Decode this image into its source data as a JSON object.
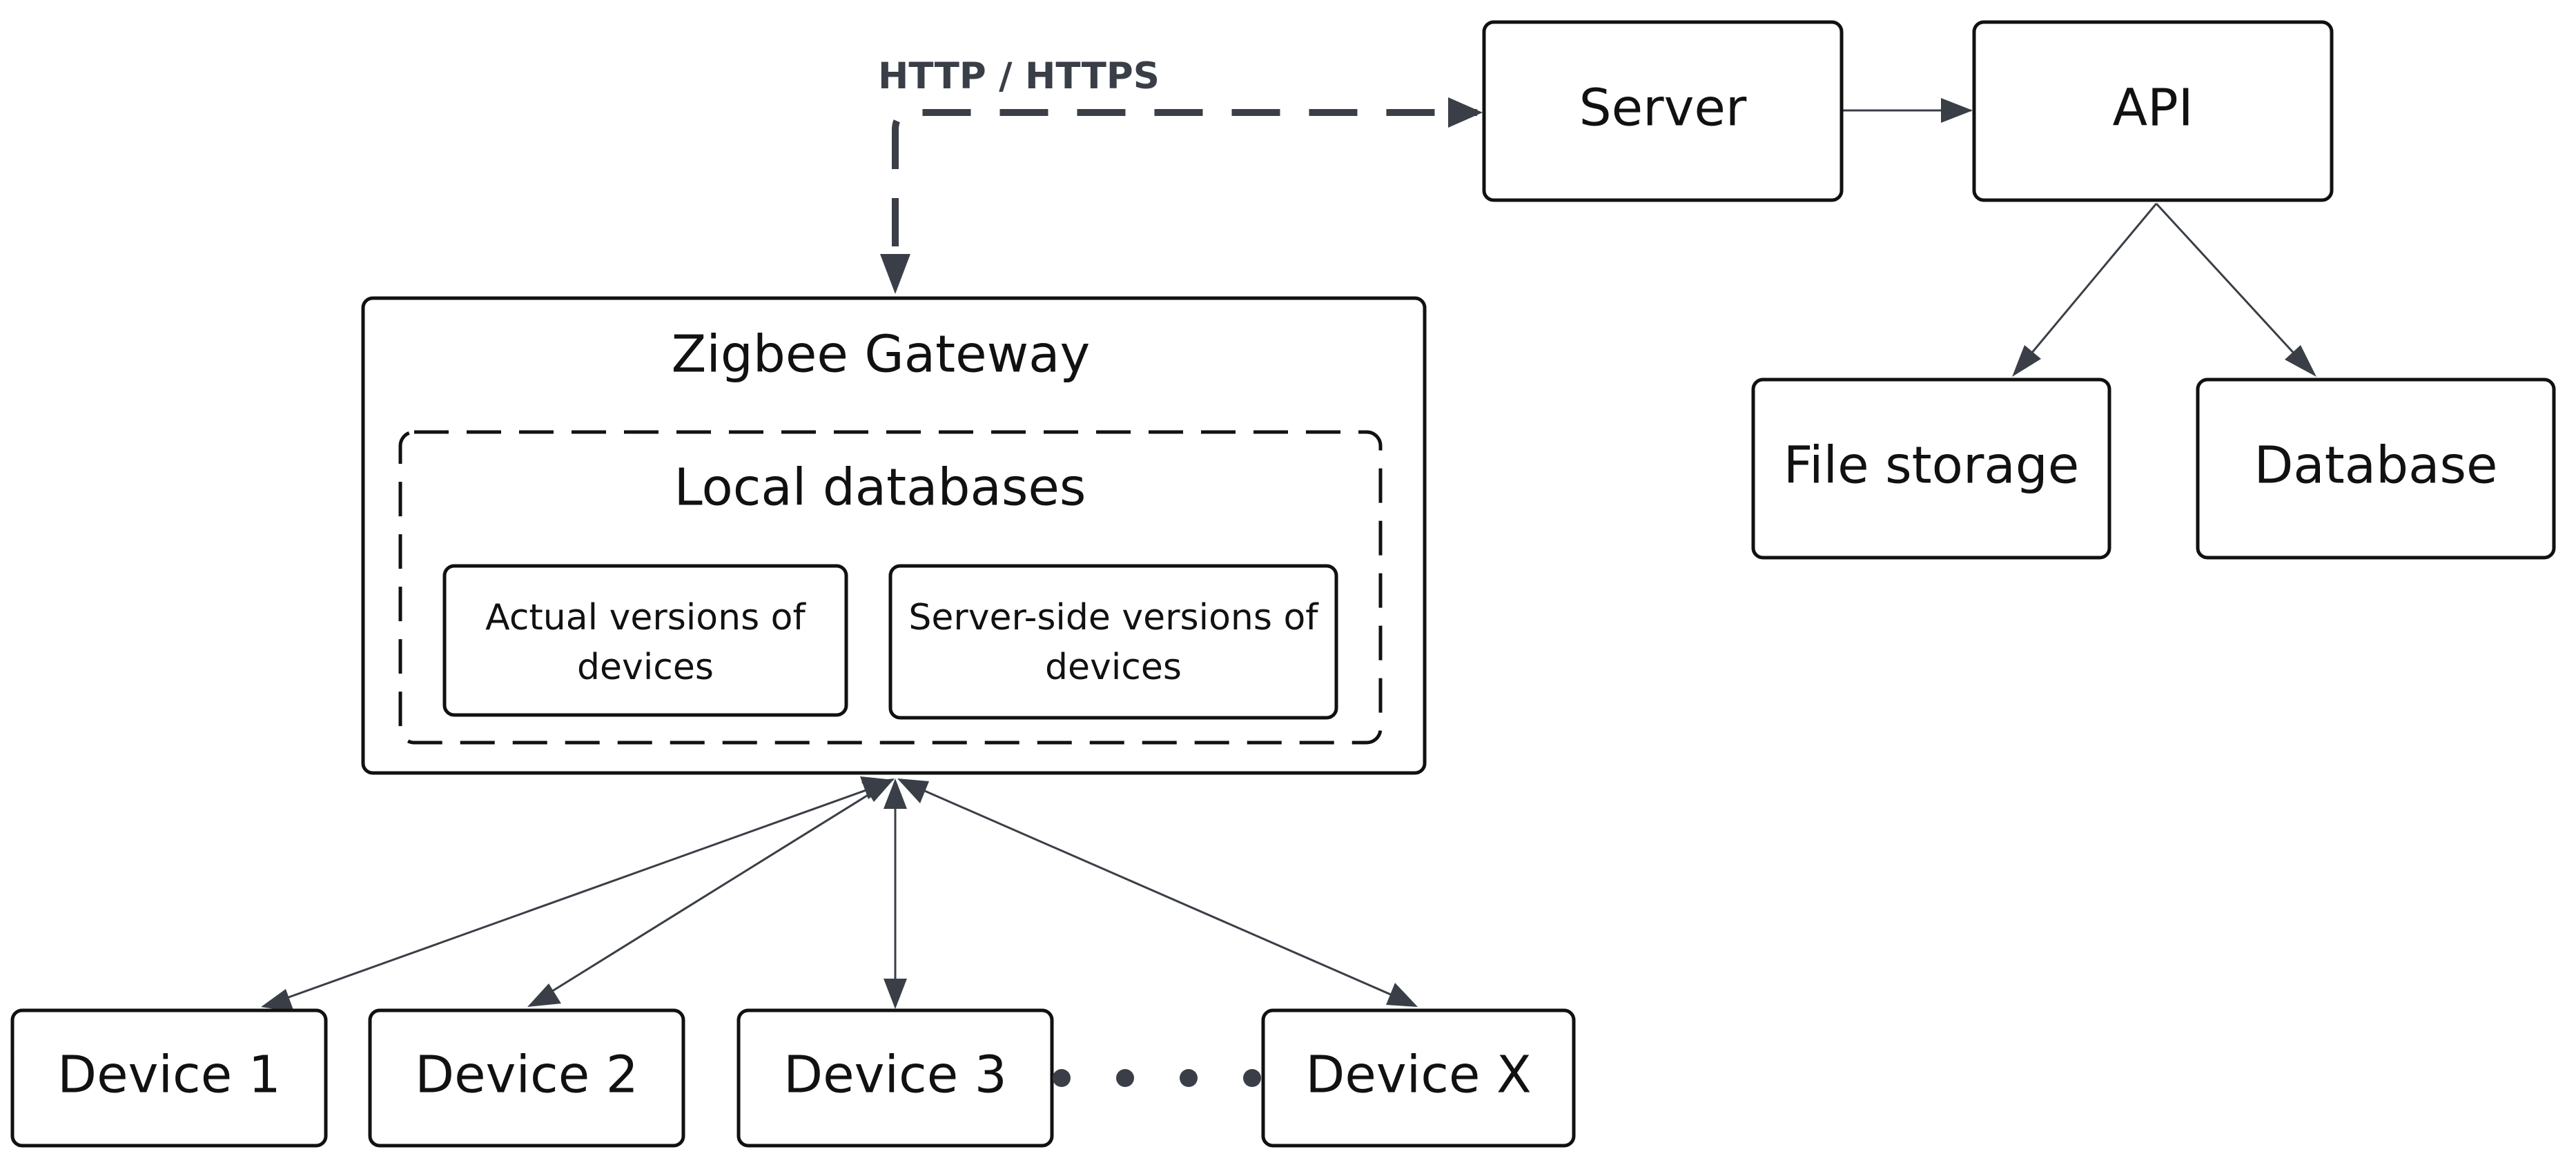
{
  "colors": {
    "box_stroke": "#111111",
    "box_fill": "#ffffff",
    "arrow": "#3a3f47",
    "text": "#111111"
  },
  "diagram": {
    "link_label": "HTTP / HTTPS",
    "nodes": {
      "server": "Server",
      "api": "API",
      "file_storage": "File storage",
      "database": "Database",
      "gateway": "Zigbee Gateway",
      "local_databases": "Local databases",
      "actual_versions": [
        "Actual versions of",
        "devices"
      ],
      "server_side_versions": [
        "Server-side versions of",
        "devices"
      ],
      "device_1": "Device 1",
      "device_2": "Device 2",
      "device_3": "Device 3",
      "device_x": "Device X"
    }
  }
}
